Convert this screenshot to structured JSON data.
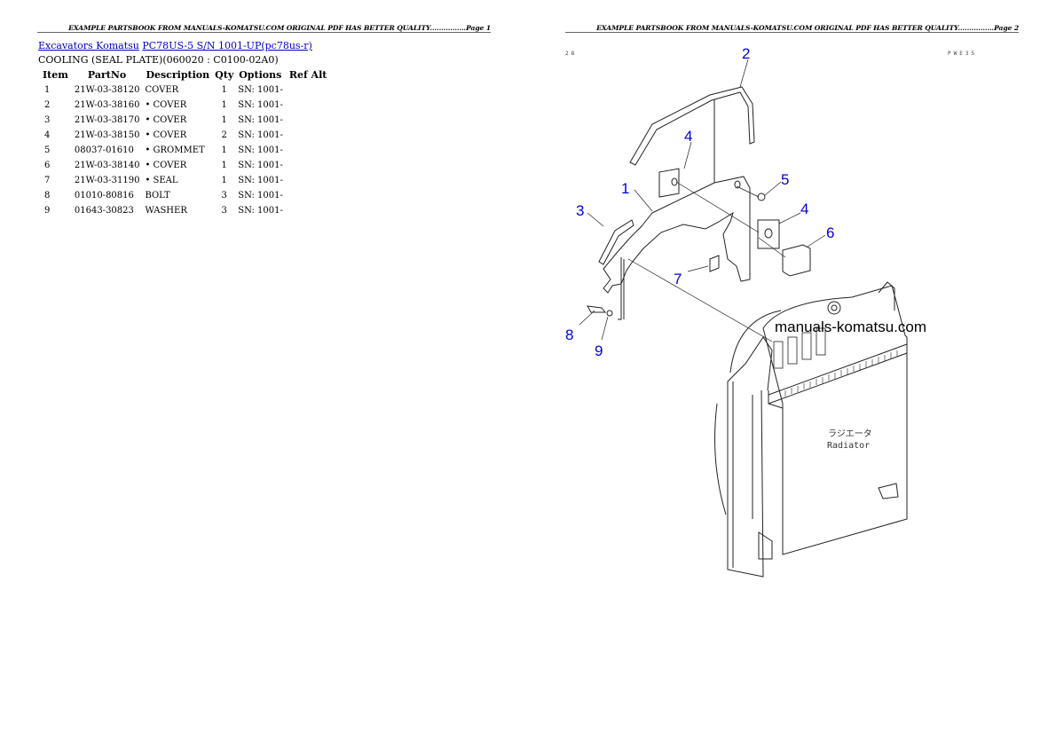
{
  "pages": [
    {
      "header": "EXAMPLE PARTSBOOK FROM MANUALS-KOMATSU.COM ORIGINAL PDF HAS BETTER QUALITY................Page 1",
      "breadcrumb": {
        "link1": "Excavators Komatsu",
        "link2": "PC78US-5 S/N 1001-UP(pc78us-r)"
      },
      "subtitle": "COOLING (SEAL PLATE)(060020 : C0100-02A0)",
      "table": {
        "columns": [
          "Item",
          "PartNo",
          "Description",
          "Qty",
          "Options",
          "Ref Alt"
        ],
        "rows": [
          {
            "item": "1",
            "partno": "21W-03-38120",
            "description": "COVER",
            "qty": "1",
            "options": "SN: 1001-",
            "refalt": ""
          },
          {
            "item": "2",
            "partno": "21W-03-38160",
            "description": "• COVER",
            "qty": "1",
            "options": "SN: 1001-",
            "refalt": ""
          },
          {
            "item": "3",
            "partno": "21W-03-38170",
            "description": "• COVER",
            "qty": "1",
            "options": "SN: 1001-",
            "refalt": ""
          },
          {
            "item": "4",
            "partno": "21W-03-38150",
            "description": "• COVER",
            "qty": "2",
            "options": "SN: 1001-",
            "refalt": ""
          },
          {
            "item": "5",
            "partno": "08037-01610",
            "description": "• GROMMET",
            "qty": "1",
            "options": "SN: 1001-",
            "refalt": ""
          },
          {
            "item": "6",
            "partno": "21W-03-38140",
            "description": "• COVER",
            "qty": "1",
            "options": "SN: 1001-",
            "refalt": ""
          },
          {
            "item": "7",
            "partno": "21W-03-31190",
            "description": "• SEAL",
            "qty": "1",
            "options": "SN: 1001-",
            "refalt": ""
          },
          {
            "item": "8",
            "partno": "01010-80816",
            "description": "BOLT",
            "qty": "3",
            "options": "SN: 1001-",
            "refalt": ""
          },
          {
            "item": "9",
            "partno": "01643-30823",
            "description": "WASHER",
            "qty": "3",
            "options": "SN: 1001-",
            "refalt": ""
          }
        ]
      }
    },
    {
      "header": "EXAMPLE PARTSBOOK FROM MANUALS-KOMATSU.COM ORIGINAL PDF HAS BETTER QUALITY................Page 2",
      "diagram": {
        "code_left": "28",
        "code_right": "PWE35",
        "watermark": "manuals-komatsu.com",
        "radiator_jp": "ラジエータ",
        "radiator_en": "Radiator",
        "callouts": [
          "1",
          "2",
          "3",
          "4",
          "4",
          "5",
          "6",
          "7",
          "8",
          "9"
        ]
      }
    }
  ],
  "colors": {
    "link": "#0000cc",
    "callout": "#0000dd",
    "header_rule": "#666666"
  }
}
